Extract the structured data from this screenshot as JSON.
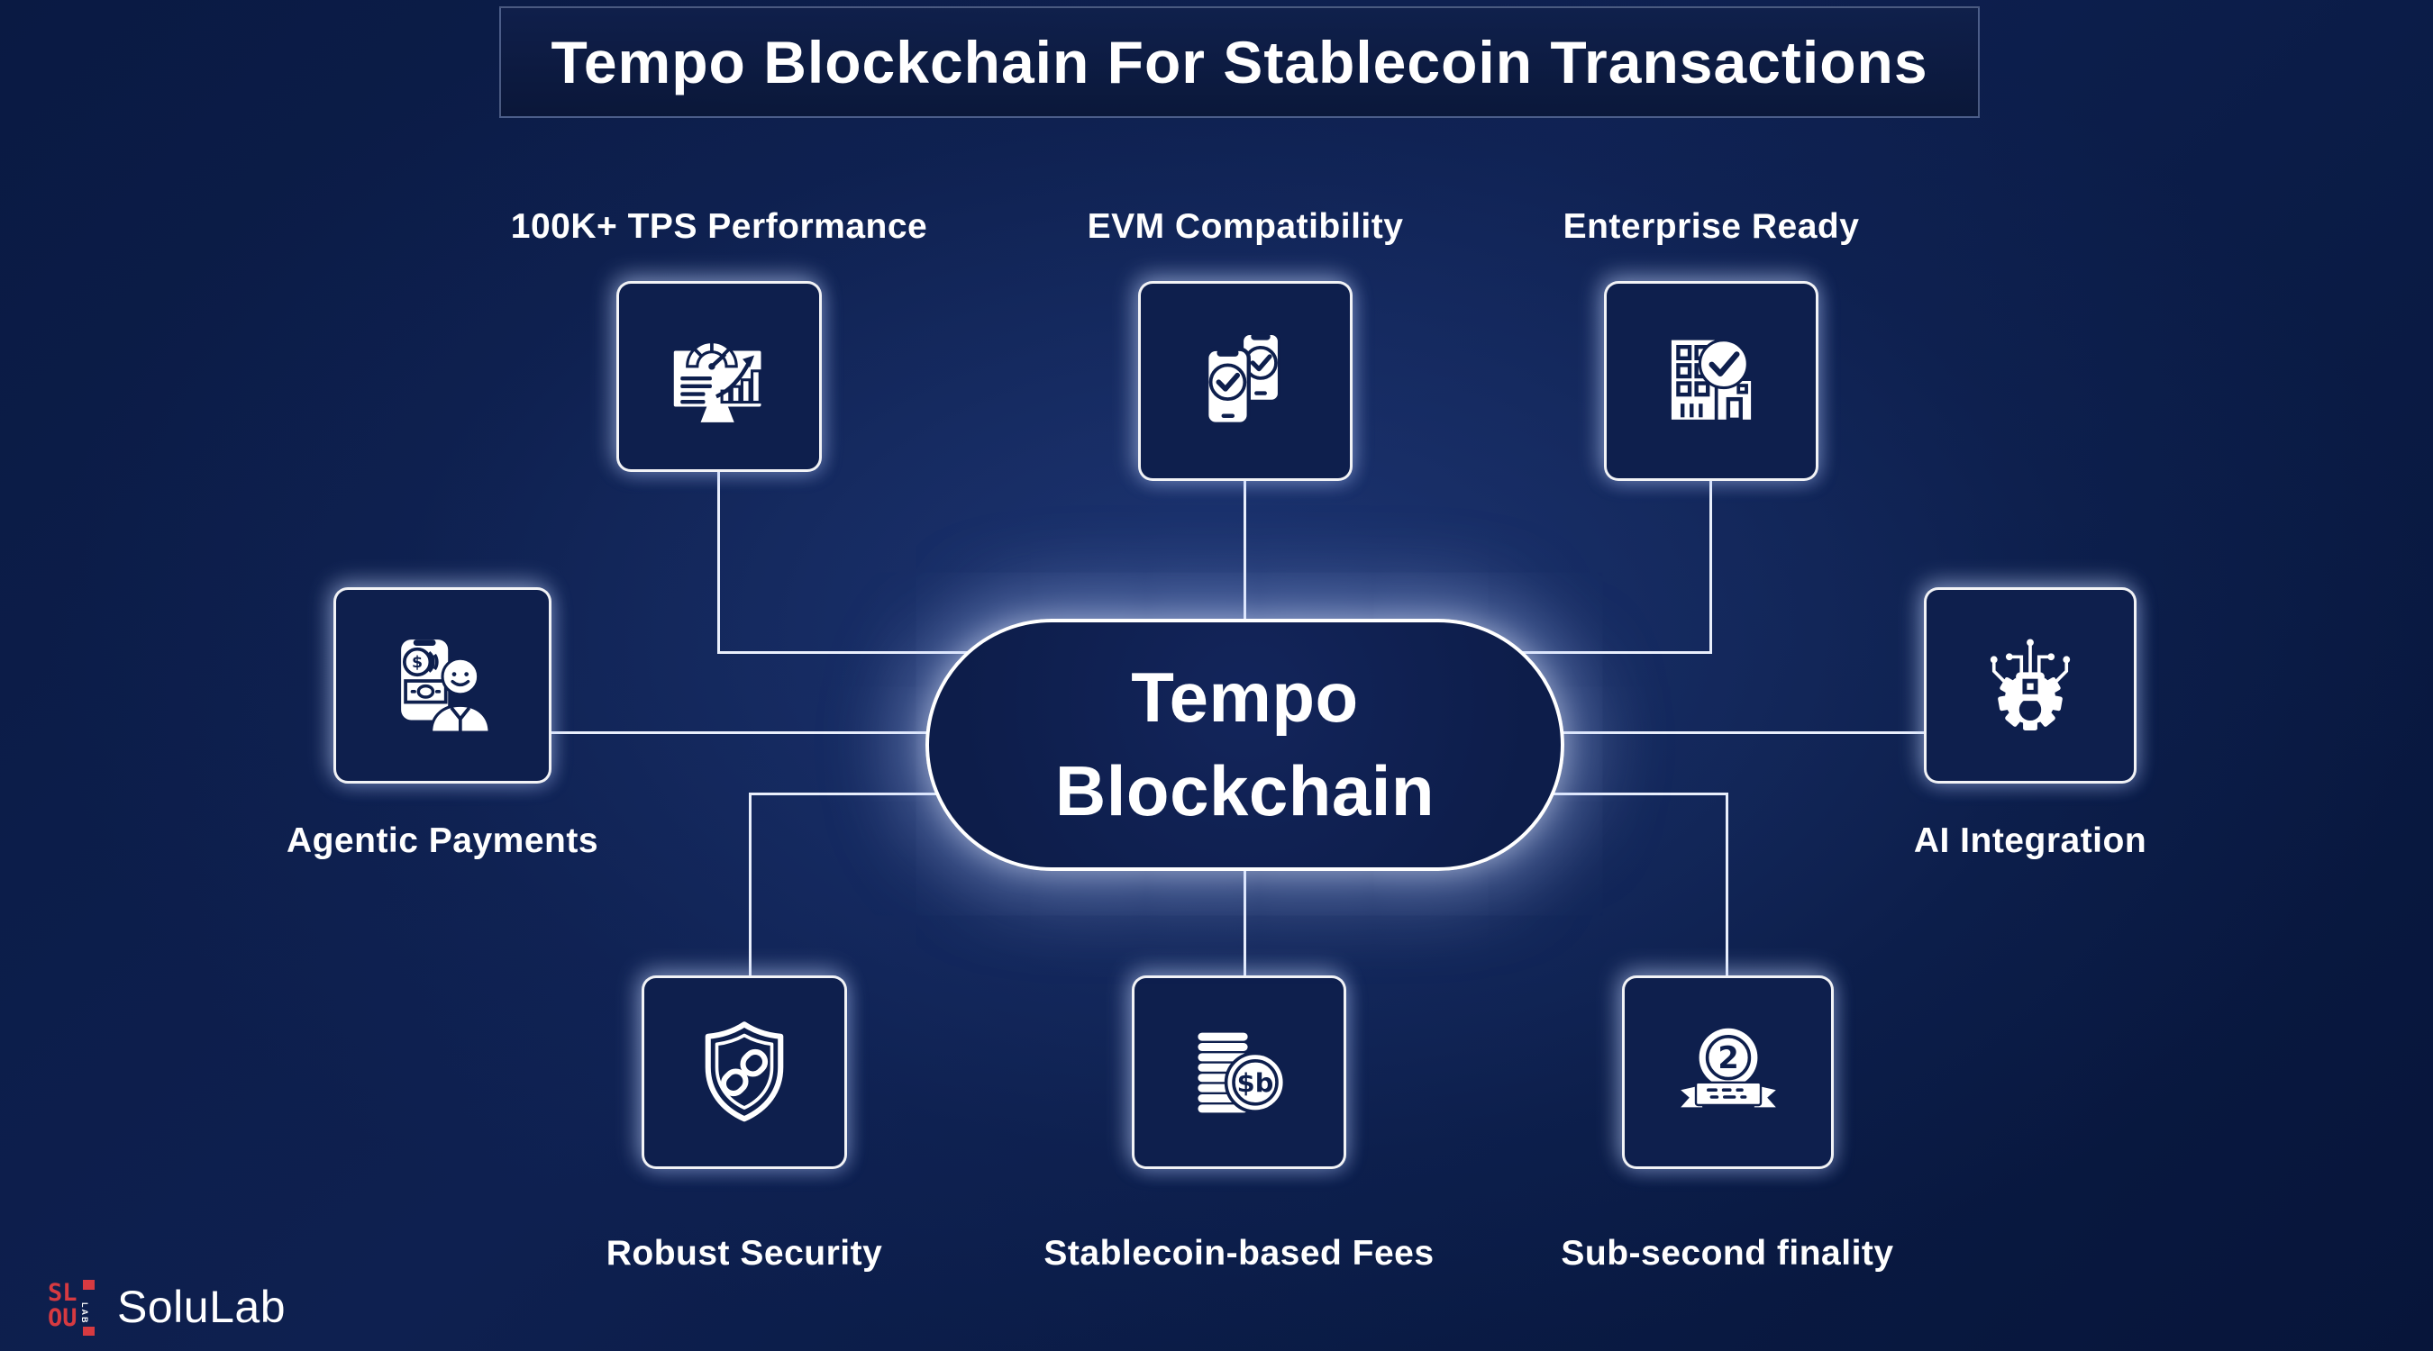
{
  "title": {
    "text": "Tempo Blockchain For Stablecoin Transactions"
  },
  "center_node": {
    "line1": "Tempo",
    "line2": "Blockchain"
  },
  "features": [
    {
      "label": "100K+ TPS Performance"
    },
    {
      "label": "EVM Compatibility"
    },
    {
      "label": "Enterprise Ready"
    },
    {
      "label": "Agentic Payments"
    },
    {
      "label": "AI Integration"
    },
    {
      "label": "Robust Security"
    },
    {
      "label": "Stablecoin-based Fees"
    },
    {
      "label": "Sub-second finality"
    }
  ],
  "icons": {
    "coin_dollar": "$",
    "stablecoin_symbol": "$b",
    "medal_number": "2"
  },
  "brand": {
    "name": "SoluLab",
    "mark_top": "SL",
    "mark_bottom": "OU",
    "mark_side": "LAB"
  },
  "colors": {
    "background": "#0b1c47",
    "panel_navy": "#0e1f4d",
    "connector_white": "#e9effc",
    "text_white": "#ffffff",
    "logo_red": "#d63a41"
  }
}
